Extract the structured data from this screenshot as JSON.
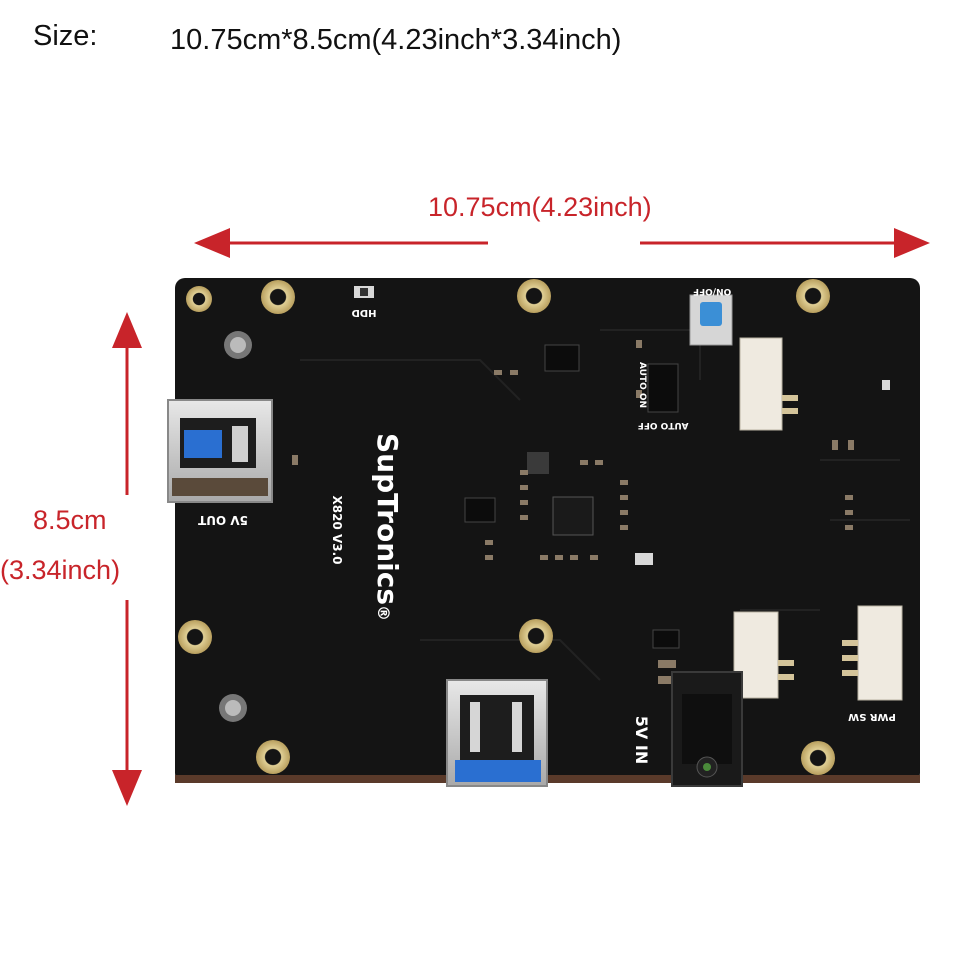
{
  "size_line": {
    "label": "Size:",
    "value": "10.75cm*8.5cm(4.23inch*3.34inch)"
  },
  "dimension_width": "10.75cm(4.23inch)",
  "dimension_height": {
    "metric": "8.5cm",
    "imperial": "(3.34inch)"
  },
  "board": {
    "brand": "SupTronics",
    "registered": "®",
    "model": "X820 V3.0",
    "silkscreen": {
      "hdd": "HDD",
      "usb_5v_out": "5V OUT",
      "auto_on": "AUTO ON",
      "auto_off": "AUTO OFF",
      "on_off": "ON/OFF",
      "power_in": "5V IN",
      "pwr_sw": "PWR SW"
    }
  },
  "colors": {
    "pcb": "#141414",
    "arrow": "#c8242a",
    "pad_gold": "#c9b57a",
    "usb_blue": "#2a6fd1"
  }
}
